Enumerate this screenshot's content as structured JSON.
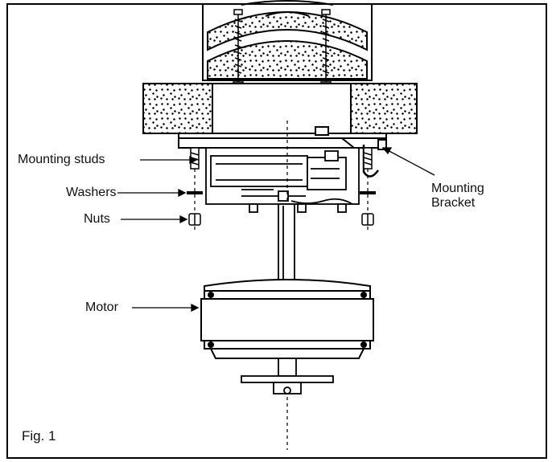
{
  "labels": {
    "mounting_studs": "Mounting studs",
    "washers": "Washers",
    "nuts": "Nuts",
    "motor": "Motor",
    "mounting_bracket_line1": "Mounting",
    "mounting_bracket_line2": "Bracket"
  },
  "figure_caption": "Fig. 1",
  "colors": {
    "line": "#000000",
    "background": "#ffffff"
  }
}
